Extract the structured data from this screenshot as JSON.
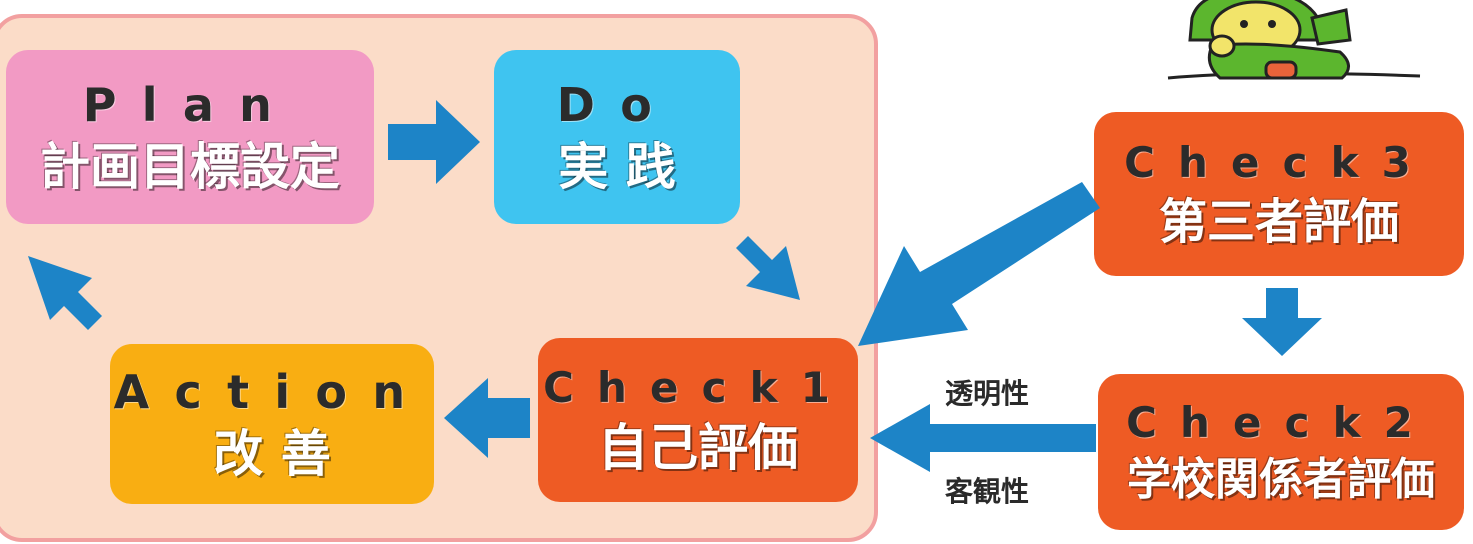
{
  "colors": {
    "plan": "#f29ac4",
    "do": "#3fc4f0",
    "check": "#ee5b24",
    "action": "#f9ae12",
    "arrow": "#1d84c7",
    "panel": "#fbdcc8"
  },
  "plan": {
    "title": "Plan",
    "label": "計画目標設定"
  },
  "do": {
    "title": "Do",
    "label": "実 践"
  },
  "check1": {
    "title": "Check1",
    "label": "自己評価"
  },
  "action": {
    "title": "Action",
    "label": "改 善"
  },
  "check3": {
    "title": "Check3",
    "label": "第三者評価"
  },
  "check2": {
    "title": "Check2",
    "label": "学校関係者評価"
  },
  "notes": {
    "top": "透明性",
    "bottom": "客観性"
  },
  "mascot": {
    "icon": "child-mascot-icon"
  }
}
